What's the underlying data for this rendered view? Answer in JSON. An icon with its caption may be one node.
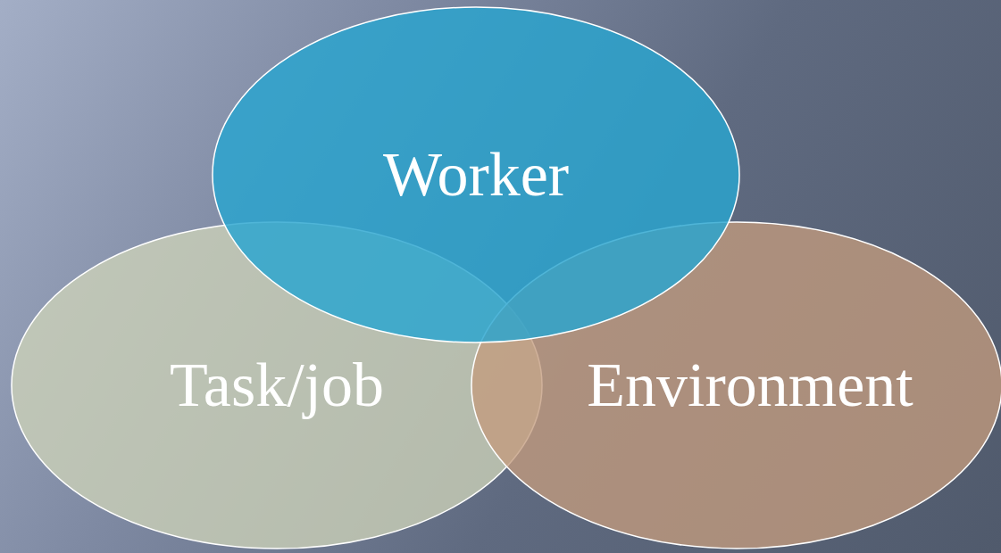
{
  "diagram": {
    "nodes": [
      {
        "text": [
          "Worker"
        ]
      },
      {
        "text": [
          "Task/job"
        ]
      },
      {
        "text": [
          "Environment"
        ]
      }
    ]
  }
}
